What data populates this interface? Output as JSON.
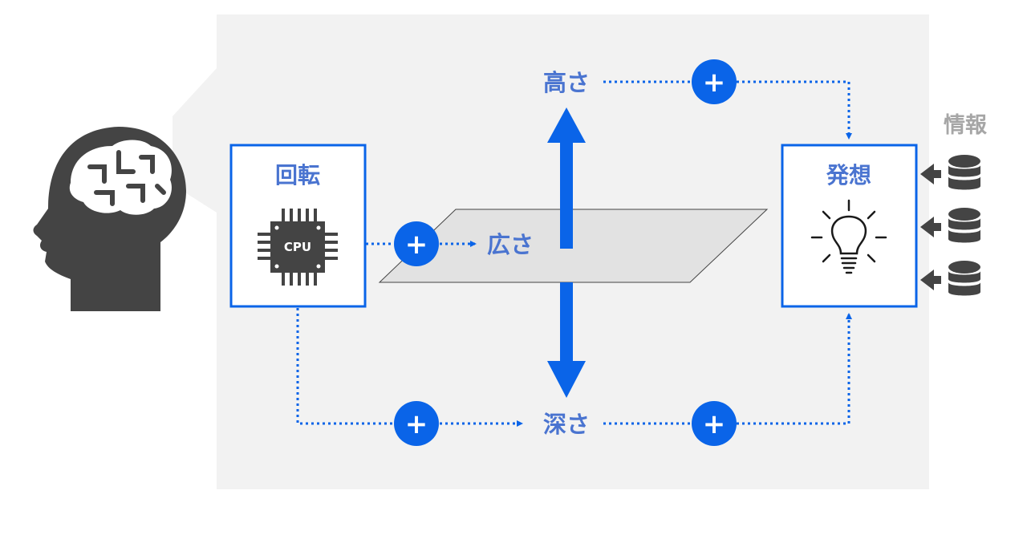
{
  "labels": {
    "height": "高さ",
    "breadth": "広さ",
    "depth": "深さ",
    "rotation": "回転",
    "ideation": "発想",
    "information": "情報",
    "cpu": "CPU",
    "plus": "+"
  },
  "colors": {
    "panel_bg": "#f2f2f2",
    "accent_blue": "#0a64e8",
    "label_blue": "#4a74d0",
    "icon_dark": "#444444",
    "info_gray": "#a6a6a6"
  }
}
